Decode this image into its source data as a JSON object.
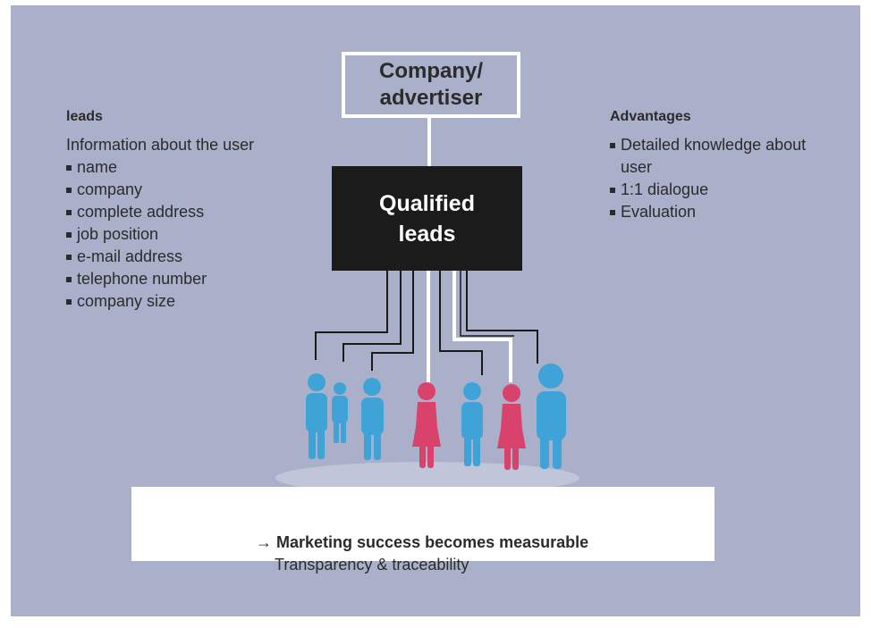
{
  "company": {
    "line1": "Company/",
    "line2": "advertiser"
  },
  "qualified": {
    "line1": "Qualified",
    "line2": "leads"
  },
  "leads": {
    "heading": "leads",
    "subheading": "Information about the user",
    "items": [
      "name",
      "company",
      "complete address",
      "job position",
      "e-mail address",
      "telephone number",
      "company size"
    ]
  },
  "advantages": {
    "heading": "Advantages",
    "items": [
      "Detailed knowledge about user",
      "1:1 dialogue",
      "Evaluation"
    ]
  },
  "footer": {
    "line1": "→ Marketing success becomes measurable",
    "line2": "Transparency & traceability"
  },
  "colors": {
    "background": "#aab0c9",
    "male": "#3fa3d8",
    "female": "#d9426b",
    "dark_box": "#1b1b1b"
  }
}
